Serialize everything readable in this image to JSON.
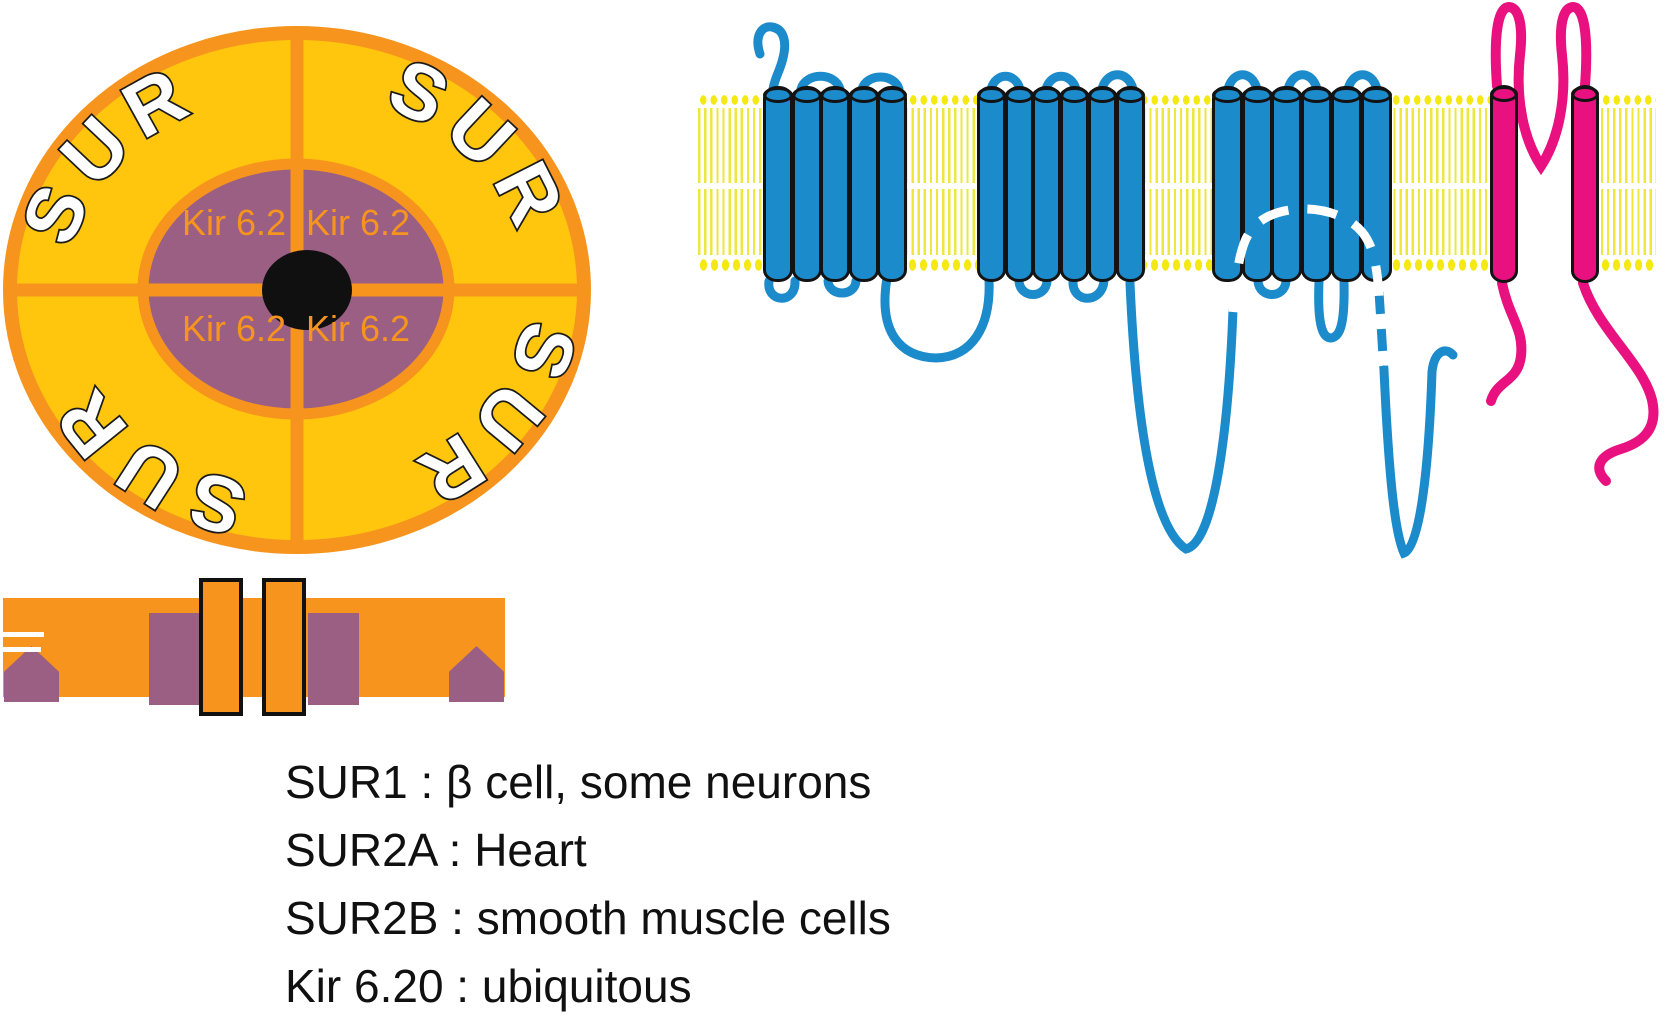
{
  "top_view": {
    "ring_labels": [
      "SUR",
      "SUR",
      "SUR",
      "SUR"
    ],
    "kir_labels": [
      "Kir 6.2",
      "Kir 6.2",
      "Kir 6.2",
      "Kir 6.2"
    ]
  },
  "membrane_view": {
    "helix_groups": [
      {
        "name": "blue-helix-bundle-1",
        "color": "blue",
        "helices": 5
      },
      {
        "name": "blue-helix-bundle-2",
        "color": "blue",
        "helices": 6
      },
      {
        "name": "blue-helix-bundle-3",
        "color": "blue",
        "helices": 6
      },
      {
        "name": "pink-helix-pair",
        "color": "pink",
        "helices": 2
      }
    ]
  },
  "legend": {
    "lines": [
      "SUR1 : β cell, some neurons",
      "SUR2A : Heart",
      "SUR2B : smooth muscle cells",
      "Kir 6.20 : ubiquitous"
    ]
  },
  "colors": {
    "ring_yellow": "#FFC60D",
    "orange": "#F7941D",
    "purple": "#9A5F83",
    "helix_blue": "#1C8BCB",
    "helix_pink": "#E8117F",
    "lipid_head_yellow": "#F5E913",
    "lipid_tail_yellow": "#EDE73F",
    "pore_black": "#101010"
  }
}
